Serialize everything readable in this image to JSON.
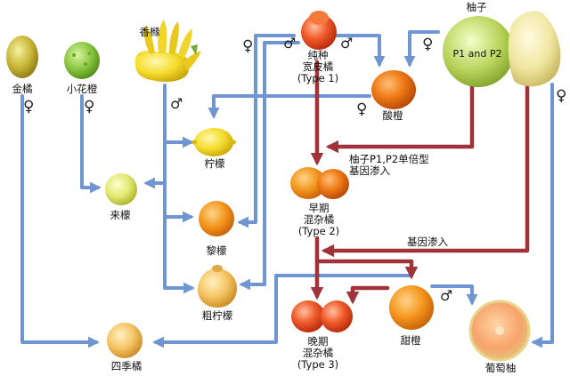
{
  "colors": {
    "blue_arrow": "#6f95d3",
    "red_arrow": "#a0323a"
  },
  "symbols": {
    "female": "♀",
    "male": "♂"
  },
  "nodes": {
    "kumquat": {
      "label": "金橘",
      "icon": "kumquat-fruit"
    },
    "small_flower": {
      "label": "小花橙",
      "icon": "papeda-fruit"
    },
    "citron": {
      "label": "香橼",
      "icon": "buddha-hand-citron"
    },
    "mandarin": {
      "label": "纯种\n宽皮橘\n(Type 1)",
      "icon": "mandarin-fruit"
    },
    "pummelo": {
      "label": "柚子",
      "inner_label": "P1 and P2",
      "icon": "pummelo-fruit"
    },
    "sour_orange": {
      "label": "酸橙",
      "icon": "sour-orange-fruit"
    },
    "lemon": {
      "label": "柠檬",
      "icon": "lemon-fruit"
    },
    "lime": {
      "label": "来檬",
      "icon": "lime-fruit"
    },
    "lime_li": {
      "label": "黎檬",
      "icon": "lemon-li-fruit"
    },
    "rough_lemon": {
      "label": "粗柠檬",
      "icon": "rough-lemon-fruit"
    },
    "early_hybrid": {
      "label": "早期\n混杂橘\n(Type 2)",
      "icon": "early-hybrid-fruit"
    },
    "late_hybrid": {
      "label": "晚期\n混杂橘\n(Type 3)",
      "icon": "late-hybrid-fruit"
    },
    "sweet_orange": {
      "label": "甜橙",
      "icon": "sweet-orange-fruit"
    },
    "grapefruit": {
      "label": "葡萄柚",
      "icon": "grapefruit-fruit"
    },
    "calamondin": {
      "label": "四季橘",
      "icon": "calamondin-fruit"
    }
  },
  "annotations": {
    "pummelo_introgression": "柚子P1,P2单倍型\n基因渗入",
    "introgression": "基因渗入"
  }
}
